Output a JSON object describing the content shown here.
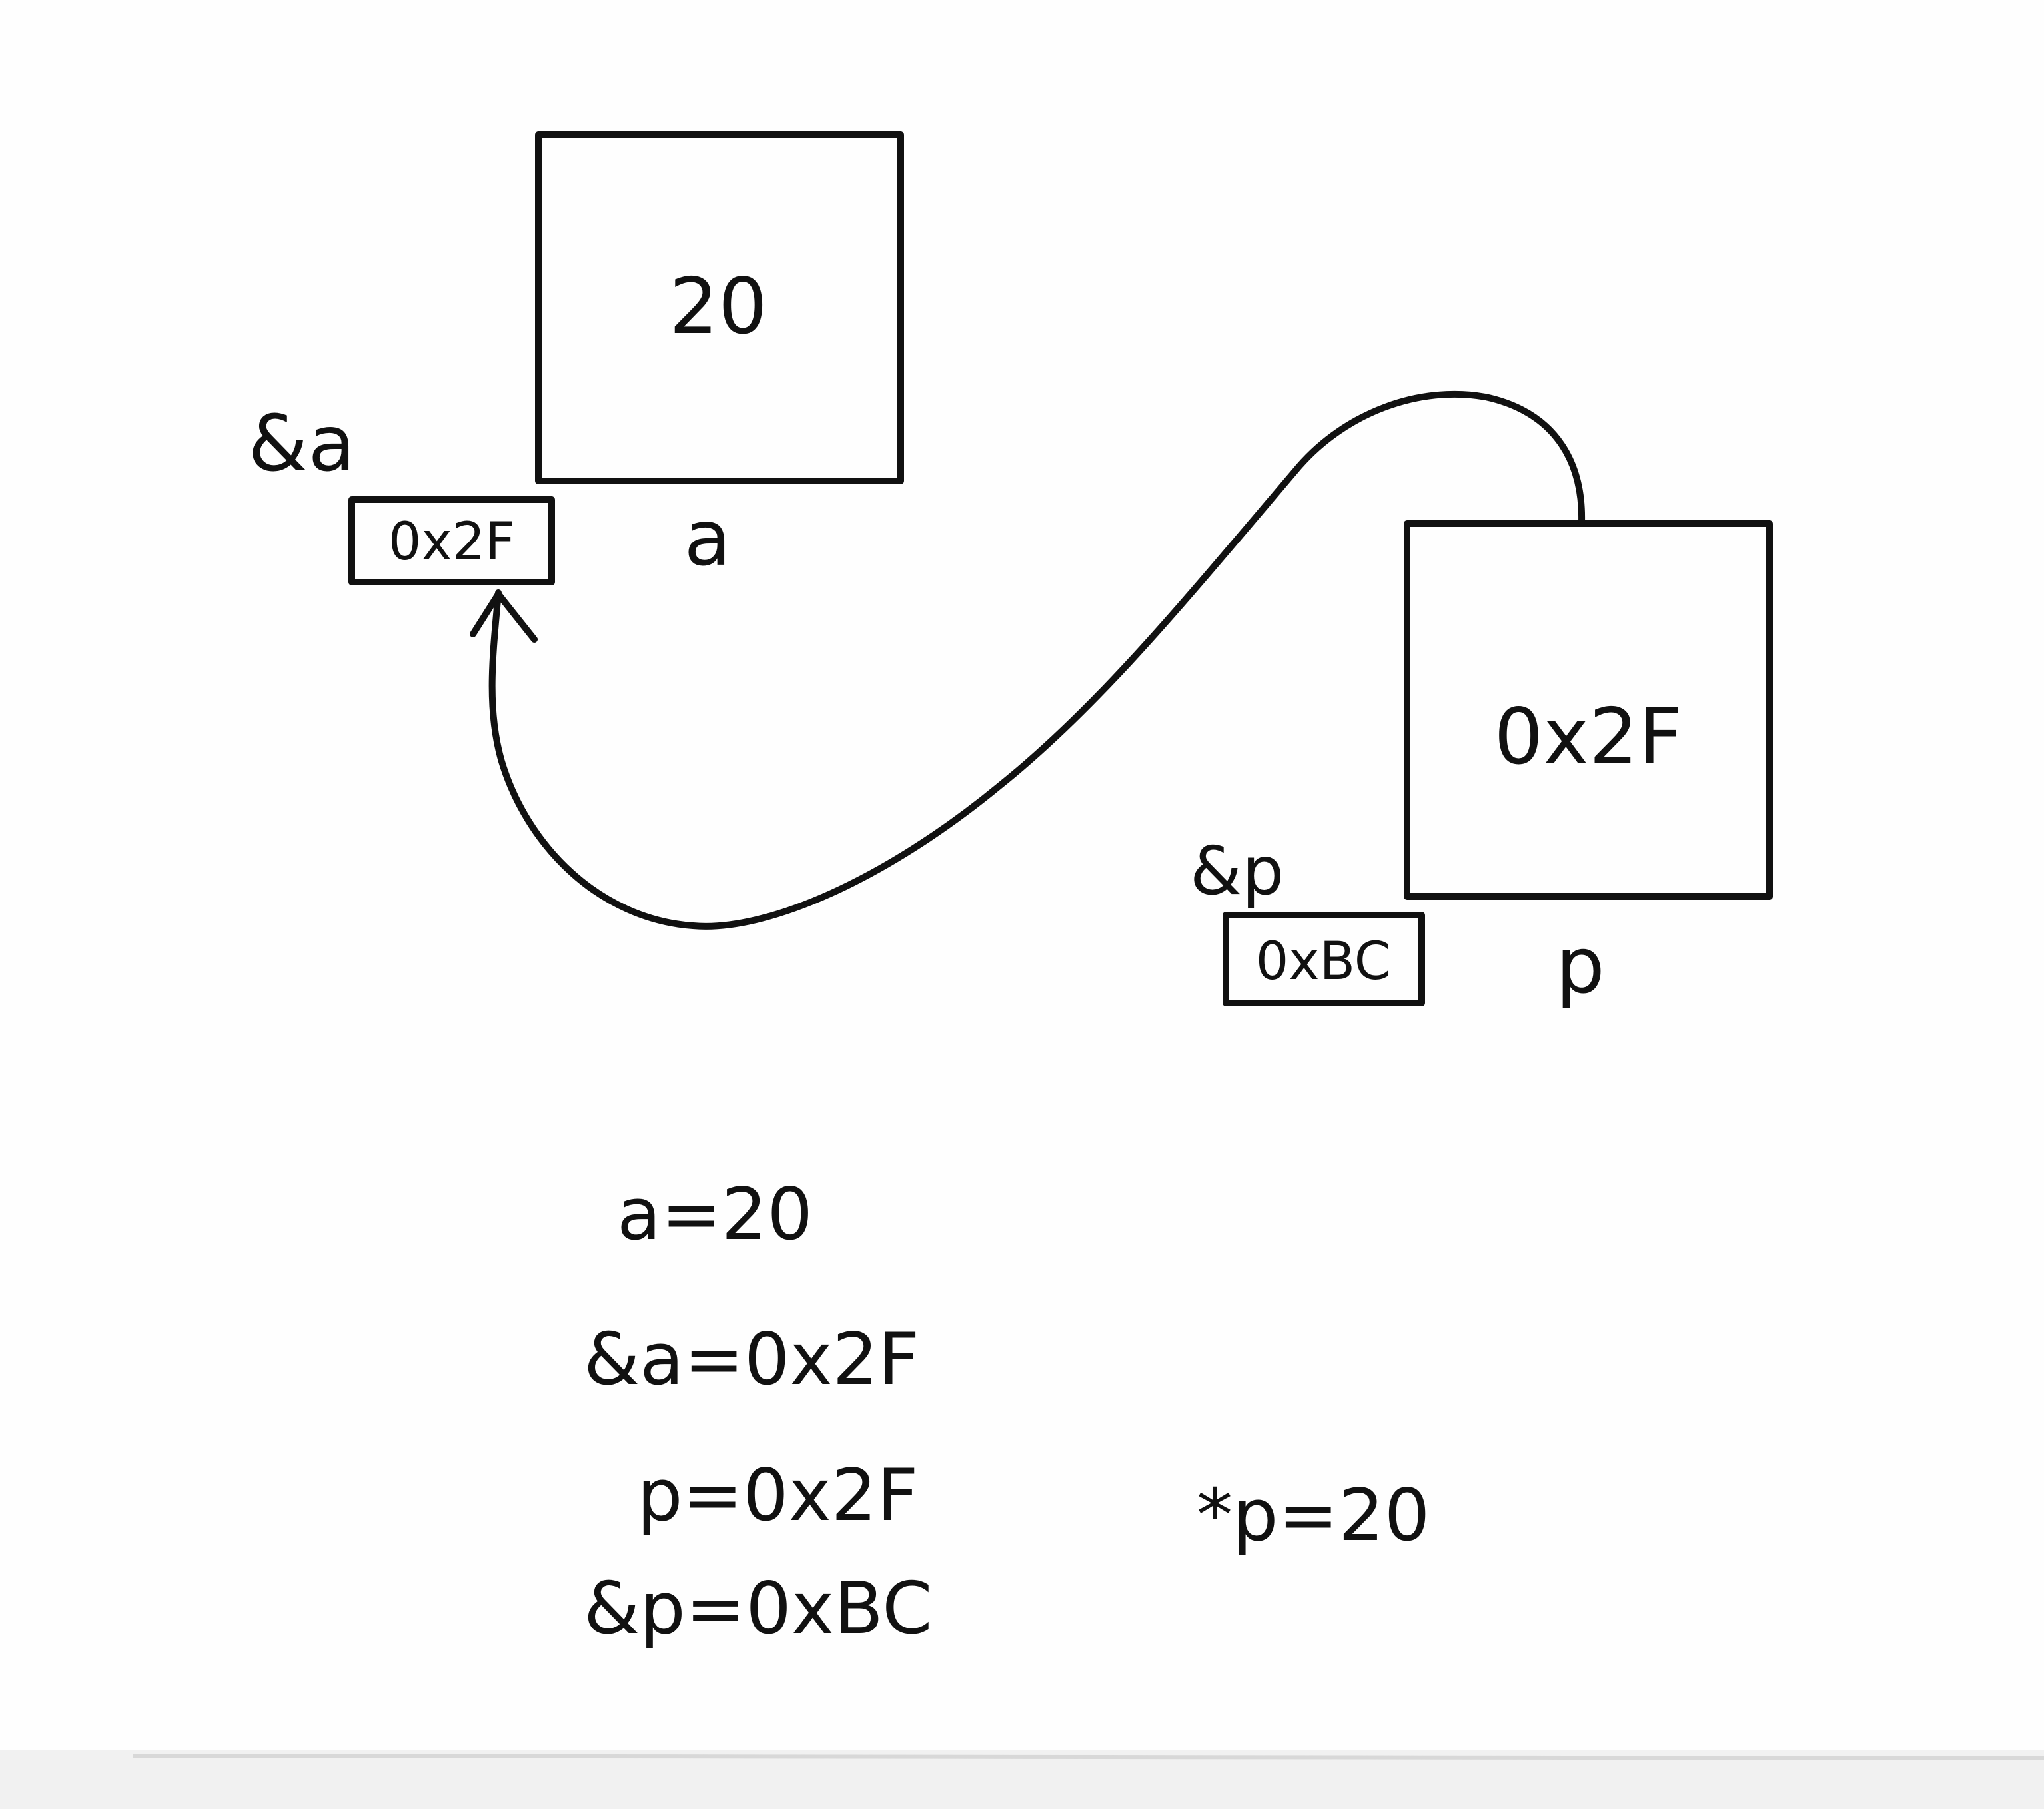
{
  "diagram": {
    "var_a": {
      "name": "a",
      "value": "20",
      "address_label": "&a",
      "address": "0x2F"
    },
    "var_p": {
      "name": "p",
      "value": "0x2F",
      "address_label": "&p",
      "address": "0xBC"
    },
    "equations": [
      "a=20",
      "&a=0x2F",
      "p=0x2F",
      "&p=0xBC"
    ],
    "deref": "*p=20"
  }
}
